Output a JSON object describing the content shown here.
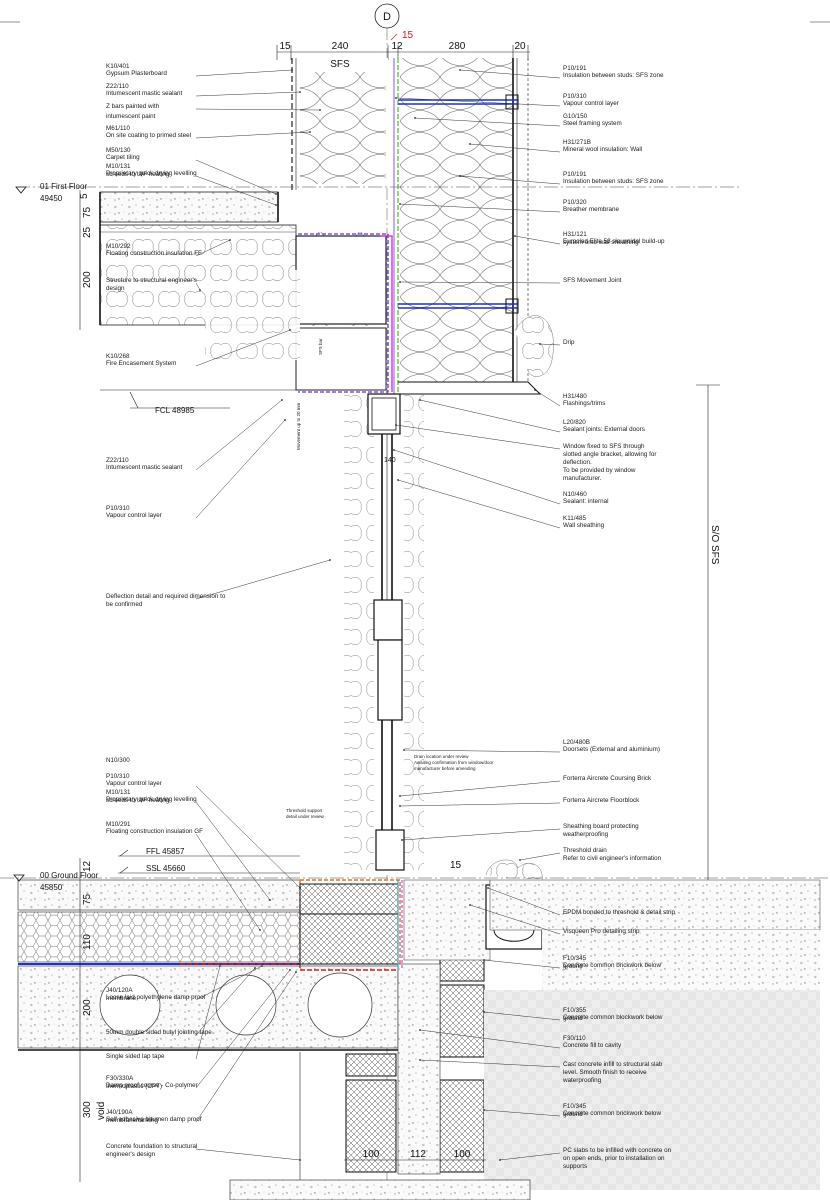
{
  "grid_ref": "D",
  "top_dims": {
    "d1": "15",
    "d2": "240",
    "d3": "12",
    "d4": "280",
    "d5": "20",
    "red": "15"
  },
  "sfs_tag": "SFS",
  "left_labels": [
    {
      "code": "K10/401",
      "text": "Gypsum Plasterboard"
    },
    {
      "code": "Z22/110",
      "text": "Intumescent mastic sealant"
    },
    {
      "code": "",
      "text": "Z bars painted with"
    },
    {
      "code": "",
      "text": "intumescent paint"
    },
    {
      "code": "M61/110",
      "text": "On site coating to primed steel"
    },
    {
      "code": "M50/130",
      "text": "Carpet tiling"
    },
    {
      "code": "M10/131",
      "text": "Proprietary quick drying levelling"
    },
    {
      "code": "",
      "text": "screeds to U/F heating"
    },
    {
      "code": "M10/292",
      "text": "Floating construction insulation FF"
    },
    {
      "code": "",
      "text": "Structure to structural engineer's"
    },
    {
      "code": "",
      "text": "design"
    },
    {
      "code": "K10/268",
      "text": "Fire Encasement System"
    },
    {
      "code": "Z22/110",
      "text": "Intumescent mastic sealant"
    },
    {
      "code": "P10/310",
      "text": "Vapour control layer"
    },
    {
      "code": "",
      "text": "Deflection detail and required dimension to"
    },
    {
      "code": "",
      "text": "be confirmed"
    },
    {
      "code": "N10/300",
      "text": ""
    },
    {
      "code": "P10/310",
      "text": "Vapour control layer"
    },
    {
      "code": "M10/131",
      "text": "Proprietary quick drying levelling"
    },
    {
      "code": "",
      "text": "screeds to U/F heating"
    },
    {
      "code": "M10/291",
      "text": "Floating construction insulation GF"
    },
    {
      "code": "J40/120A",
      "text": "Loose laid polyethylene damp proof"
    },
    {
      "code": "",
      "text": "membrane"
    },
    {
      "code": "",
      "text": "50mm double sided butyl jointing tape"
    },
    {
      "code": "",
      "text": "Single sided lap tape"
    },
    {
      "code": "F30/330A",
      "text": "Damp proof course - Co-polymer"
    },
    {
      "code": "",
      "text": "thermoplastic (CPT)"
    },
    {
      "code": "J40/190A",
      "text": "Self adhesive bitumen damp proof"
    },
    {
      "code": "",
      "text": "membrane/tanking"
    },
    {
      "code": "",
      "text": "Concrete foundation to structural"
    },
    {
      "code": "",
      "text": "engineer's design"
    }
  ],
  "right_labels": [
    {
      "code": "P10/191",
      "text": "Insulation between studs: SFS zone"
    },
    {
      "code": "P10/310",
      "text": "Vapour control layer"
    },
    {
      "code": "G10/150",
      "text": "Steel framing system"
    },
    {
      "code": "H31/271B",
      "text": "Mineral wool insulation: Wall"
    },
    {
      "code": "P10/191",
      "text": "Insulation between studs: SFS zone"
    },
    {
      "code": "P10/320",
      "text": "Breather membrane"
    },
    {
      "code": "H31/121",
      "text": "Euroclad Elite 53 sinusoidal build-up"
    },
    {
      "code": "",
      "text": "system onto wall sheathing"
    },
    {
      "code": "",
      "text": "SFS Movement Joint"
    },
    {
      "code": "",
      "text": "Drip"
    },
    {
      "code": "H31/480",
      "text": "Flashings/trims"
    },
    {
      "code": "L20/820",
      "text": "Sealant joints: External doors"
    },
    {
      "code": "",
      "text": "Window fixed to SFS through"
    },
    {
      "code": "",
      "text": "slotted angle bracket, allowing for"
    },
    {
      "code": "",
      "text": "deflection."
    },
    {
      "code": "",
      "text": "To be provided by window"
    },
    {
      "code": "",
      "text": "manufacturer."
    },
    {
      "code": "N10/460",
      "text": "Sealant: internal"
    },
    {
      "code": "K11/485",
      "text": "Wall sheathing"
    },
    {
      "code": "L20/480B",
      "text": "Doorsets (External and aluminium)"
    },
    {
      "code": "",
      "text": "Forterra Aircrete Coursing Brick"
    },
    {
      "code": "",
      "text": "Forterra Aircrete Floorblock"
    },
    {
      "code": "",
      "text": "Sheathing board protecting"
    },
    {
      "code": "",
      "text": "weatherproofing"
    },
    {
      "code": "",
      "text": "Threshold drain"
    },
    {
      "code": "",
      "text": "Refer to civil engineer's information"
    },
    {
      "code": "",
      "text": "EPDM bonded to threshold & detail strip"
    },
    {
      "code": "",
      "text": "Visqueen Pro detailing strip"
    },
    {
      "code": "F10/345",
      "text": "Concrete common brickwork below"
    },
    {
      "code": "",
      "text": "ground"
    },
    {
      "code": "F10/355",
      "text": "Concrete common blockwork below"
    },
    {
      "code": "",
      "text": "ground"
    },
    {
      "code": "F30/110",
      "text": "Concrete fill to cavity"
    },
    {
      "code": "",
      "text": "Cast concrete infill to structural slab"
    },
    {
      "code": "",
      "text": "level. Smooth finish to receive"
    },
    {
      "code": "",
      "text": "waterproofing"
    },
    {
      "code": "F10/345",
      "text": "Concrete common brickwork below"
    },
    {
      "code": "",
      "text": "ground"
    },
    {
      "code": "",
      "text": "PC slabs to be infilled with concrete on"
    },
    {
      "code": "",
      "text": "on open ends, prior to installation on"
    },
    {
      "code": "",
      "text": "supports"
    }
  ],
  "levels": {
    "first_floor_name": "01 First Floor",
    "first_floor_value": "49450",
    "fcl": "FCL 48985",
    "ffl": "FFL 45857",
    "ssl": "SSL 45660",
    "ground_floor_name": "00 Ground Floor",
    "ground_floor_value": "45850"
  },
  "side_dims": {
    "a": "5",
    "b": "75",
    "c": "25",
    "d": "200",
    "e": "12",
    "f": "75",
    "g": "110",
    "h": "200",
    "i": "300",
    "j": "void"
  },
  "bottom_dims": {
    "a": "100",
    "b": "112",
    "c": "100"
  },
  "misc": {
    "dim_140": "140",
    "dim_15b": "15",
    "sos_sfs": "S/O SFS",
    "drain_note_1": "Drain location under review",
    "drain_note_2": "Awaiting confirmation from window/door",
    "drain_note_3": "manufacturer before amending",
    "threshold_note_1": "Threshold support",
    "threshold_note_2": "detail under review",
    "movement_note": "Movement up to 20 mm",
    "sfs_bar": "SFS bar"
  },
  "colors": {
    "membrane_green": "#2bc400",
    "vcl_magenta": "#d61fd6",
    "vcl_purple": "#6a2be0",
    "dpc_orange": "#e8701a",
    "dpm_red": "#d41a1a",
    "dpm_blue": "#1a2fd4",
    "dim_red": "#d41a1a"
  }
}
